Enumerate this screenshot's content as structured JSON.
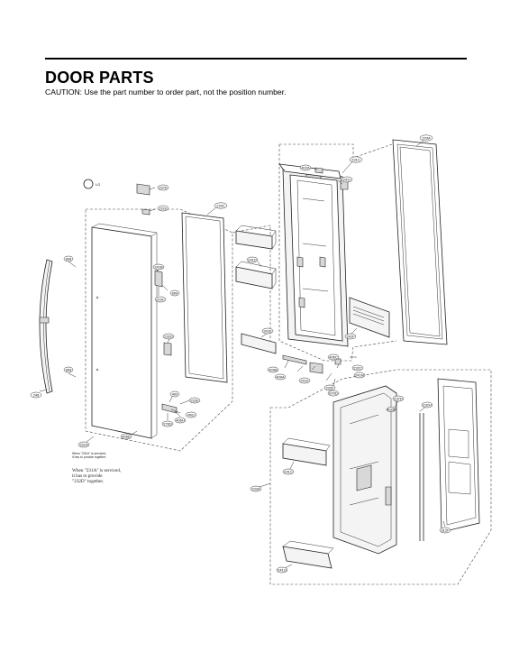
{
  "header": {
    "title": "DOOR PARTS",
    "caution": "CAUTION: Use the part number to order part, not the position number."
  },
  "notes": {
    "service_small_1": "When \"231A\" is serviced,",
    "service_small_2": "it has to provide together.",
    "service_1": "When \"231A\" is serviced,",
    "service_2": "it has to provide",
    "service_3": "\"232D\" together."
  },
  "labels": {
    "l233A": "233A",
    "l231C": "231C",
    "l402A": "402A",
    "l241J": "241J",
    "l237E": "237E",
    "l231E": "231E",
    "l233C": "233C",
    "l241D": "241D",
    "l808": "808",
    "l241B": "241B",
    "l808b": "808",
    "l219C": "219C",
    "l232D": "232D",
    "l241E": "241E",
    "l241F": "241F",
    "l409B": "409B",
    "l409A": "409A",
    "l241K": "241K",
    "l406C": "406C",
    "l232C": "232C",
    "l241M": "241M",
    "l232F": "232F",
    "l670D": "670D",
    "l808c": "808",
    "l248": "248",
    "l409": "409",
    "l232E": "232E",
    "l406J": "406J",
    "l276D": "276D",
    "l406H": "406H",
    "l406E": "406E",
    "l231A": "231A",
    "l237D": "237D",
    "l232H": "232H",
    "l233A_b": "233A",
    "l241C": "241C",
    "l312F": "312F",
    "l241G": "241G",
    "l402B": "402B"
  }
}
